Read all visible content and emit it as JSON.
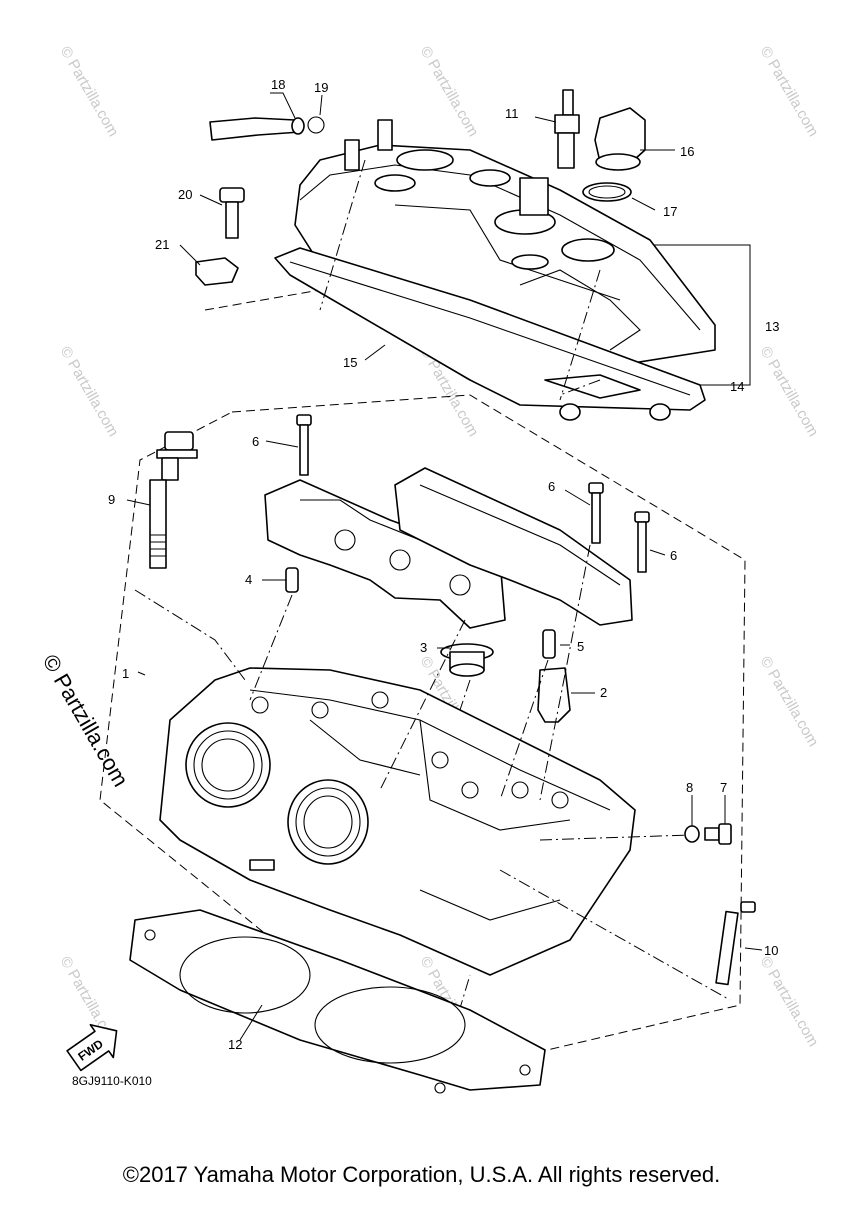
{
  "diagram": {
    "callouts": {
      "c1": "1",
      "c2": "2",
      "c3": "3",
      "c4": "4",
      "c5": "5",
      "c6a": "6",
      "c6b": "6",
      "c6c": "6",
      "c7": "7",
      "c8": "8",
      "c9": "9",
      "c10": "10",
      "c11": "11",
      "c12": "12",
      "c13": "13",
      "c14": "14",
      "c15": "15",
      "c16": "16",
      "c17": "17",
      "c18": "18",
      "c19": "19",
      "c20": "20",
      "c21": "21"
    },
    "watermark_text": "© Partzilla.com",
    "fwd_label": "FWD",
    "diagram_code": "8GJ9110-K010",
    "copyright": "©2017 Yamaha Motor Corporation, U.S.A. All rights reserved."
  }
}
